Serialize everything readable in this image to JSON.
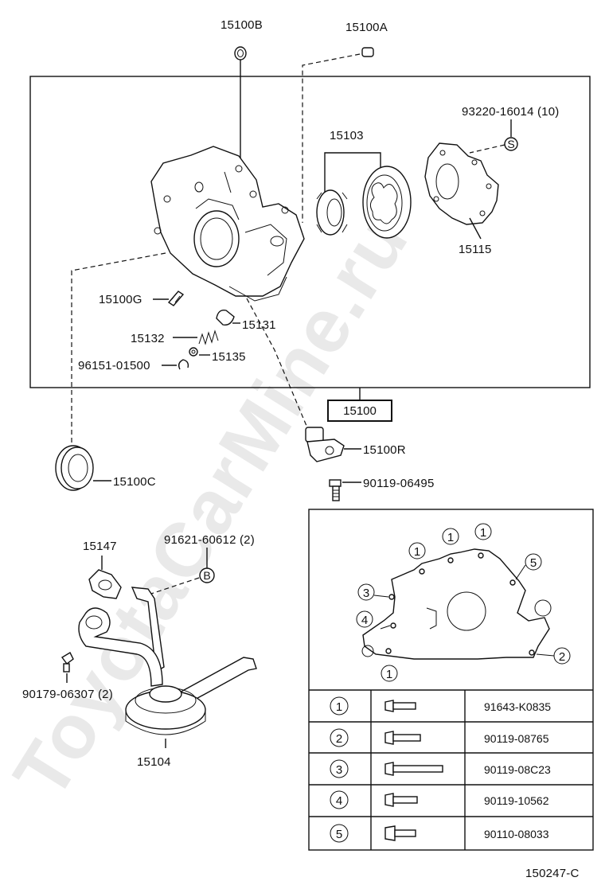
{
  "watermark": "ToyotaCarMine.ru",
  "diagram_code": "150247-C",
  "assembly_code": "15100",
  "labels": {
    "p15100B": "15100B",
    "p15100A": "15100A",
    "p93220": "93220-16014 (10)",
    "p15103": "15103",
    "p15115": "15115",
    "p15100G": "15100G",
    "p15131": "15131",
    "p15132": "15132",
    "p15135": "15135",
    "p96151": "96151-01500",
    "p15100R": "15100R",
    "p90119_06495": "90119-06495",
    "p15100C": "15100C",
    "p15147": "15147",
    "p91621": "91621-60612 (2)",
    "p90179": "90179-06307 (2)",
    "p15104": "15104"
  },
  "markers": {
    "B": "B",
    "S": "S"
  },
  "bolt_positions": {
    "pos1_a": "1",
    "pos1_b": "1",
    "pos1_c": "1",
    "pos1_d": "1",
    "pos2": "2",
    "pos3": "3",
    "pos4": "4",
    "pos5": "5"
  },
  "bolt_table": [
    {
      "index": "1",
      "part_number": "91643-K0835"
    },
    {
      "index": "2",
      "part_number": "90119-08765"
    },
    {
      "index": "3",
      "part_number": "90119-08C23"
    },
    {
      "index": "4",
      "part_number": "90119-10562"
    },
    {
      "index": "5",
      "part_number": "90110-08033"
    }
  ]
}
